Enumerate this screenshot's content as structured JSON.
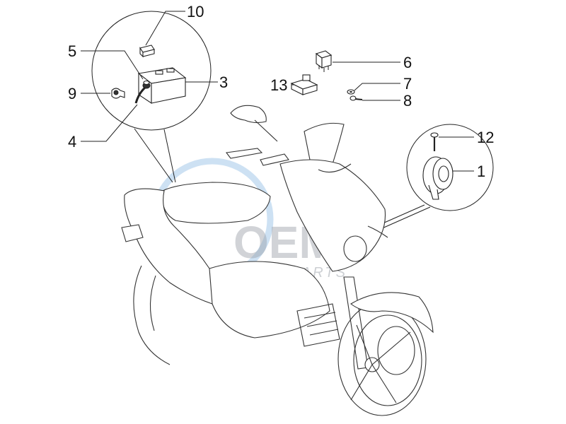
{
  "diagram": {
    "callouts": [
      "10",
      "5",
      "3",
      "9",
      "4",
      "6",
      "13",
      "7",
      "8",
      "12",
      "1"
    ]
  },
  "watermark": {
    "brand": "OEM",
    "subtitle": "MOTORPARTS"
  },
  "colors": {
    "line": "#222222",
    "watermark_blue": "#6fa8dc",
    "watermark_gray": "#9aa0a8"
  }
}
